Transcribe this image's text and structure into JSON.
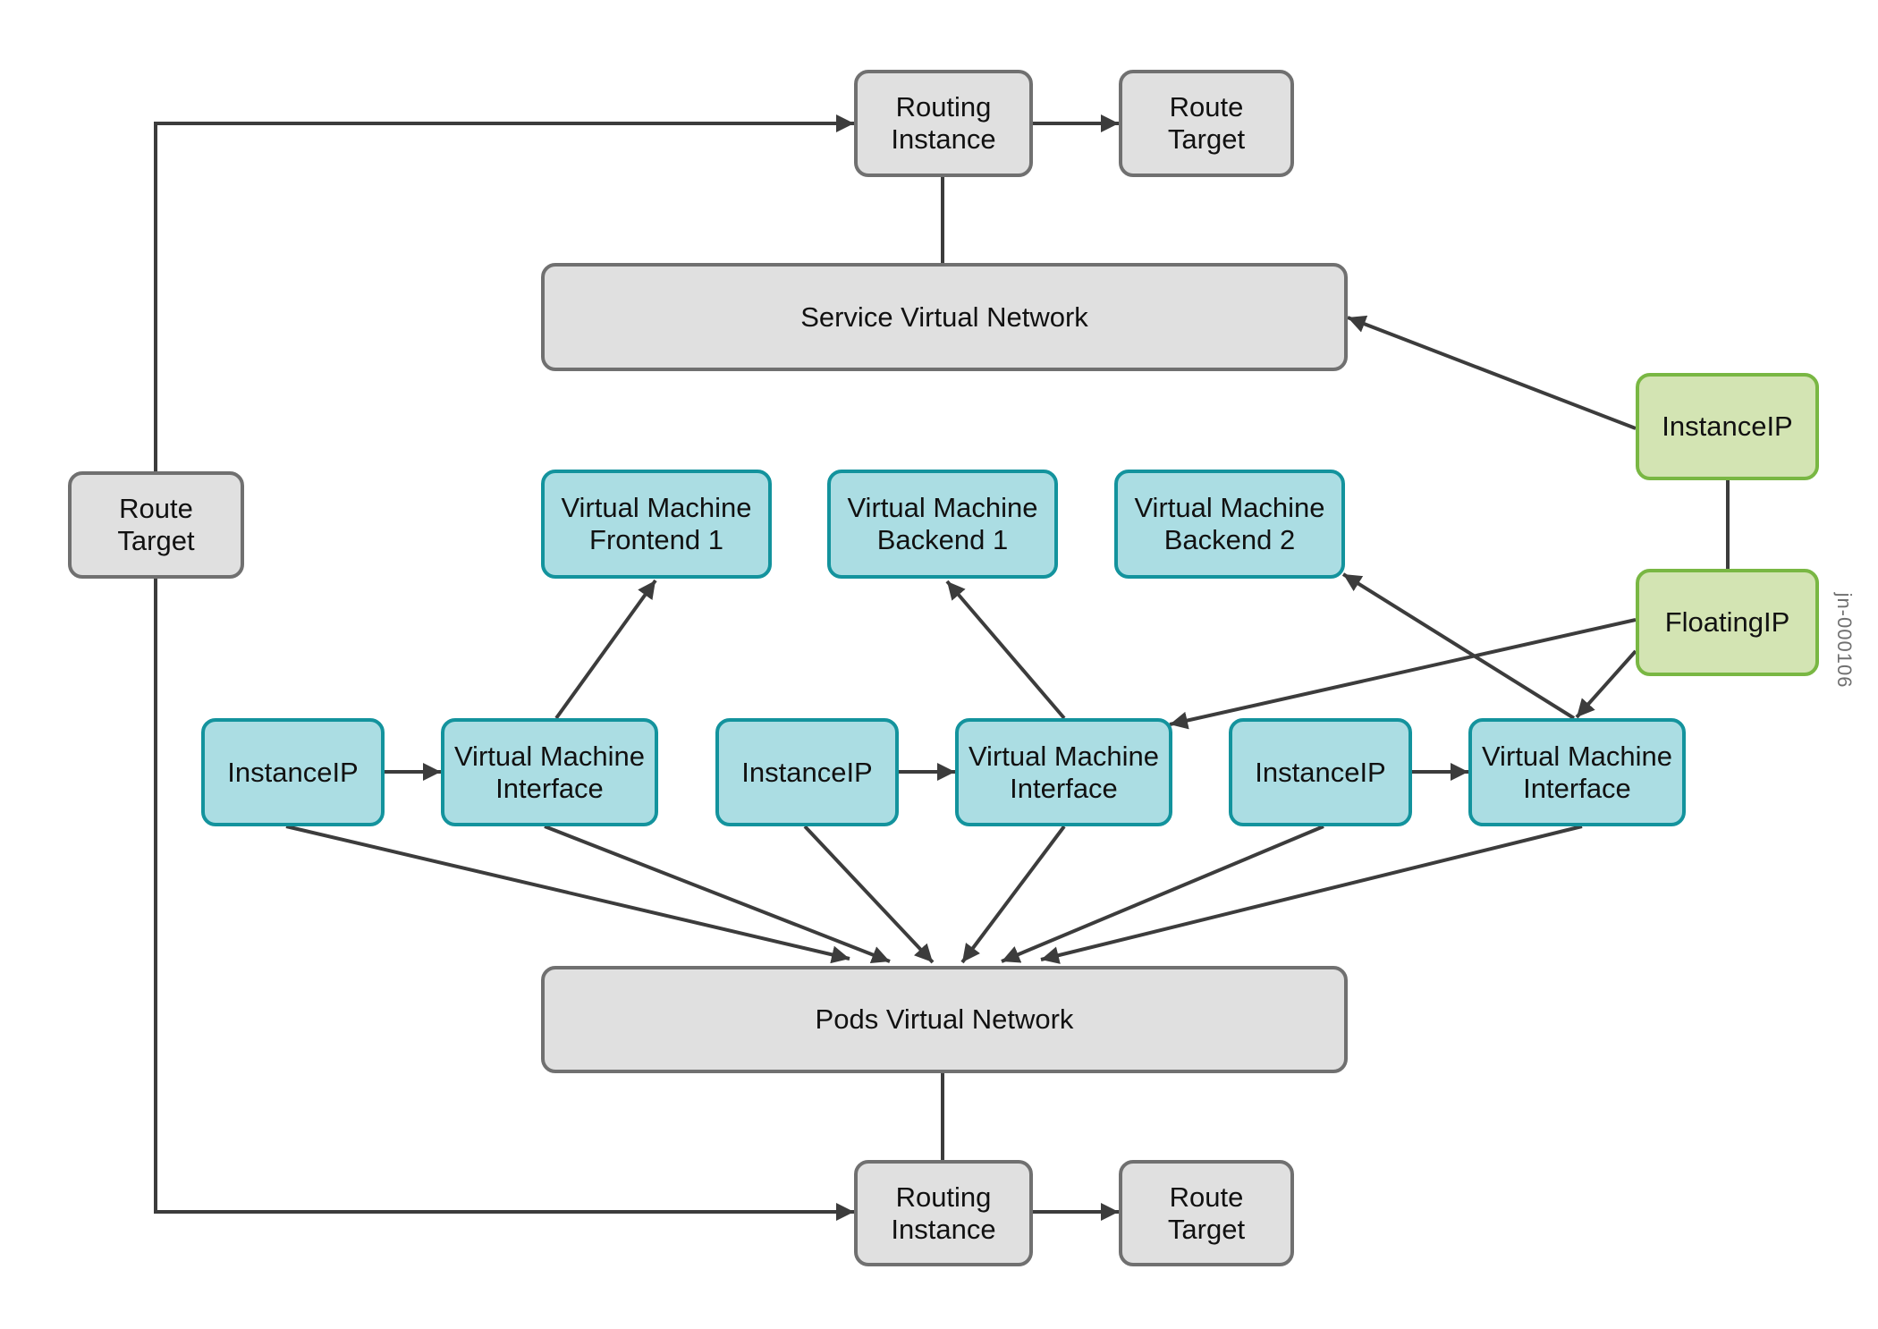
{
  "nodes": {
    "routing_instance_top": "Routing\nInstance",
    "route_target_top": "Route\nTarget",
    "service_vn": "Service Virtual Network",
    "route_target_left": "Route\nTarget",
    "vm_frontend_1": "Virtual Machine\nFrontend 1",
    "vm_backend_1": "Virtual Machine\nBackend 1",
    "vm_backend_2": "Virtual Machine\nBackend 2",
    "instance_ip_service": "InstanceIP",
    "floating_ip": "FloatingIP",
    "instance_ip_1": "InstanceIP",
    "vmi_1": "Virtual Machine\nInterface",
    "instance_ip_2": "InstanceIP",
    "vmi_2": "Virtual Machine\nInterface",
    "instance_ip_3": "InstanceIP",
    "vmi_3": "Virtual Machine\nInterface",
    "pods_vn": "Pods Virtual Network",
    "routing_instance_bottom": "Routing\nInstance",
    "route_target_bottom": "Route\nTarget"
  },
  "figure_code": "jn-000106",
  "colors": {
    "gray_fill": "#e0e0e0",
    "gray_border": "#707070",
    "teal_fill": "#abdde3",
    "teal_border": "#13939d",
    "green_fill": "#d3e4b3",
    "green_border": "#79b743",
    "connector": "#3c3c3c"
  }
}
